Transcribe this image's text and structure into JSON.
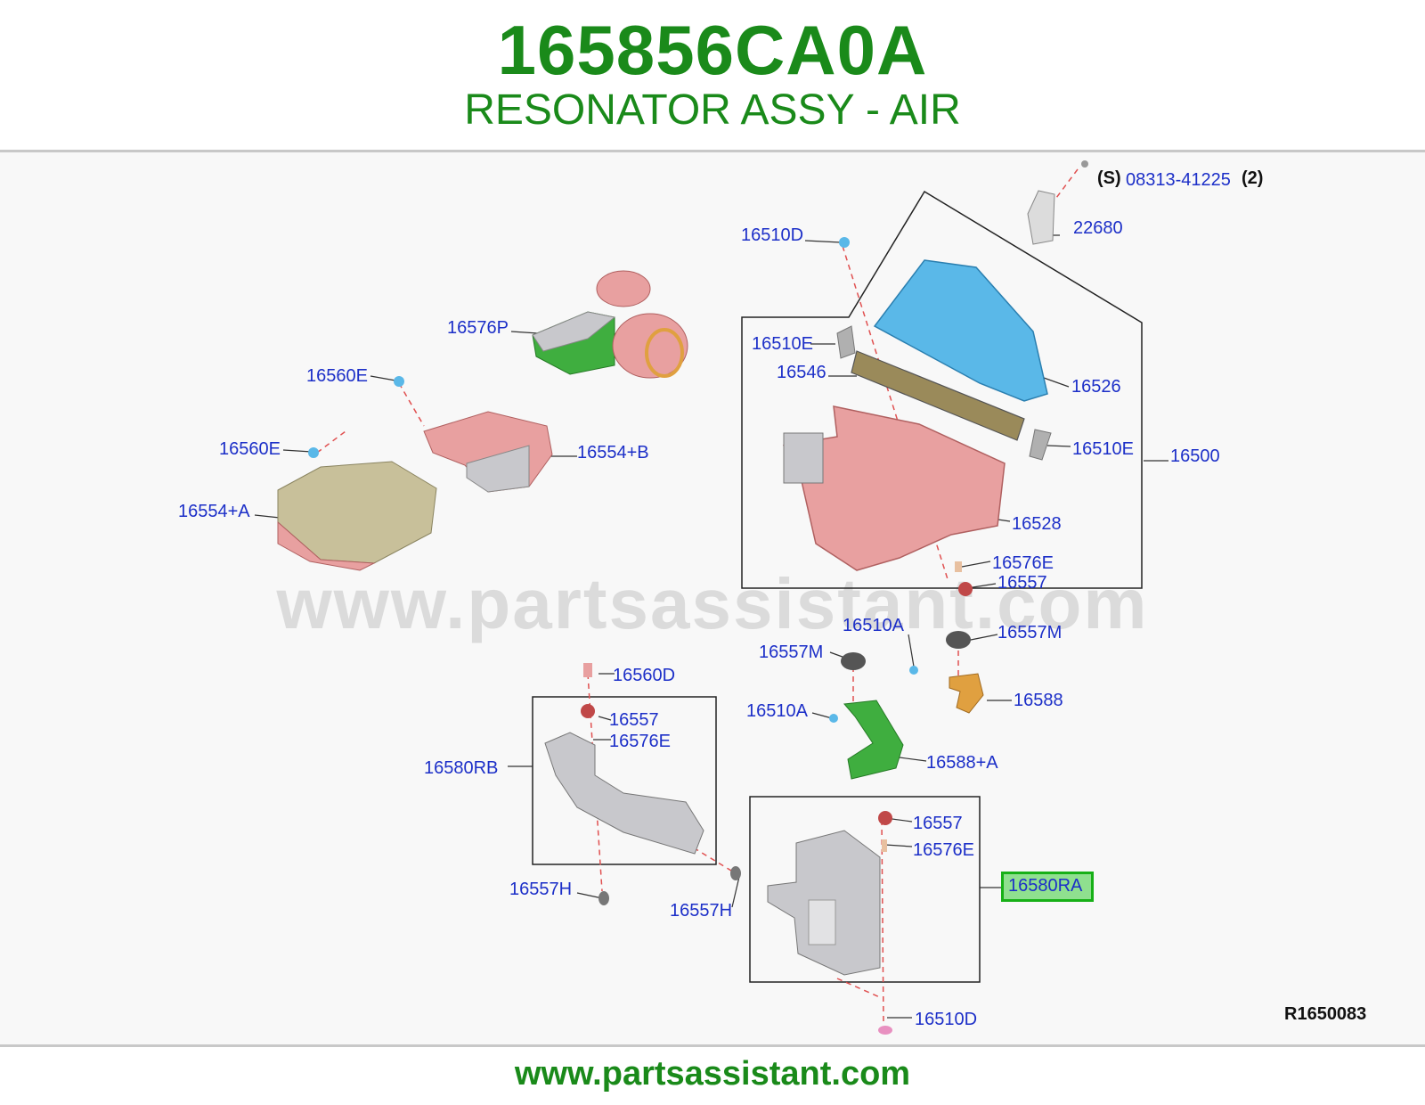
{
  "header": {
    "part_number": "165856CA0A",
    "description": "RESONATOR ASSY - AIR"
  },
  "watermark": "www.partsassistant.com",
  "footer": {
    "url": "www.partsassistant.com"
  },
  "drawing_code": "R1650083",
  "fastener": {
    "prefix": "(S)",
    "part": "08313-41225",
    "qty": "(2)"
  },
  "highlighted_part": "16580RA",
  "callouts": {
    "c22680": "22680",
    "c16510D_top": "16510D",
    "c16576P": "16576P",
    "c16560E_1": "16560E",
    "c16560E_2": "16560E",
    "c16554B": "16554+B",
    "c16554A": "16554+A",
    "c16510E_1": "16510E",
    "c16546": "16546",
    "c16526": "16526",
    "c16510E_2": "16510E",
    "c16500": "16500",
    "c16528": "16528",
    "c16576E_1": "16576E",
    "c16557_1": "16557",
    "c16510A_1": "16510A",
    "c16557M_1": "16557M",
    "c16557M_2": "16557M",
    "c16588": "16588",
    "c16560D": "16560D",
    "c16510A_2": "16510A",
    "c16557_2": "16557",
    "c16576E_2": "16576E",
    "c16588A": "16588+A",
    "c16580RB": "16580RB",
    "c16557_3": "16557",
    "c16576E_3": "16576E",
    "c16557H_1": "16557H",
    "c16557H_2": "16557H",
    "c16510D_bottom": "16510D"
  },
  "colors": {
    "brand_green": "#1a8a1a",
    "callout_blue": "#1c2fc8",
    "highlight_fill": "#8fe08f",
    "highlight_border": "#17b017",
    "leader_red": "#e05050",
    "part_pink": "#e8a0a0",
    "part_blue": "#5ab8e8",
    "part_green": "#3fae3f",
    "part_gray": "#c8c8cc",
    "part_khaki": "#c8c09a",
    "part_orange": "#e0a040"
  }
}
